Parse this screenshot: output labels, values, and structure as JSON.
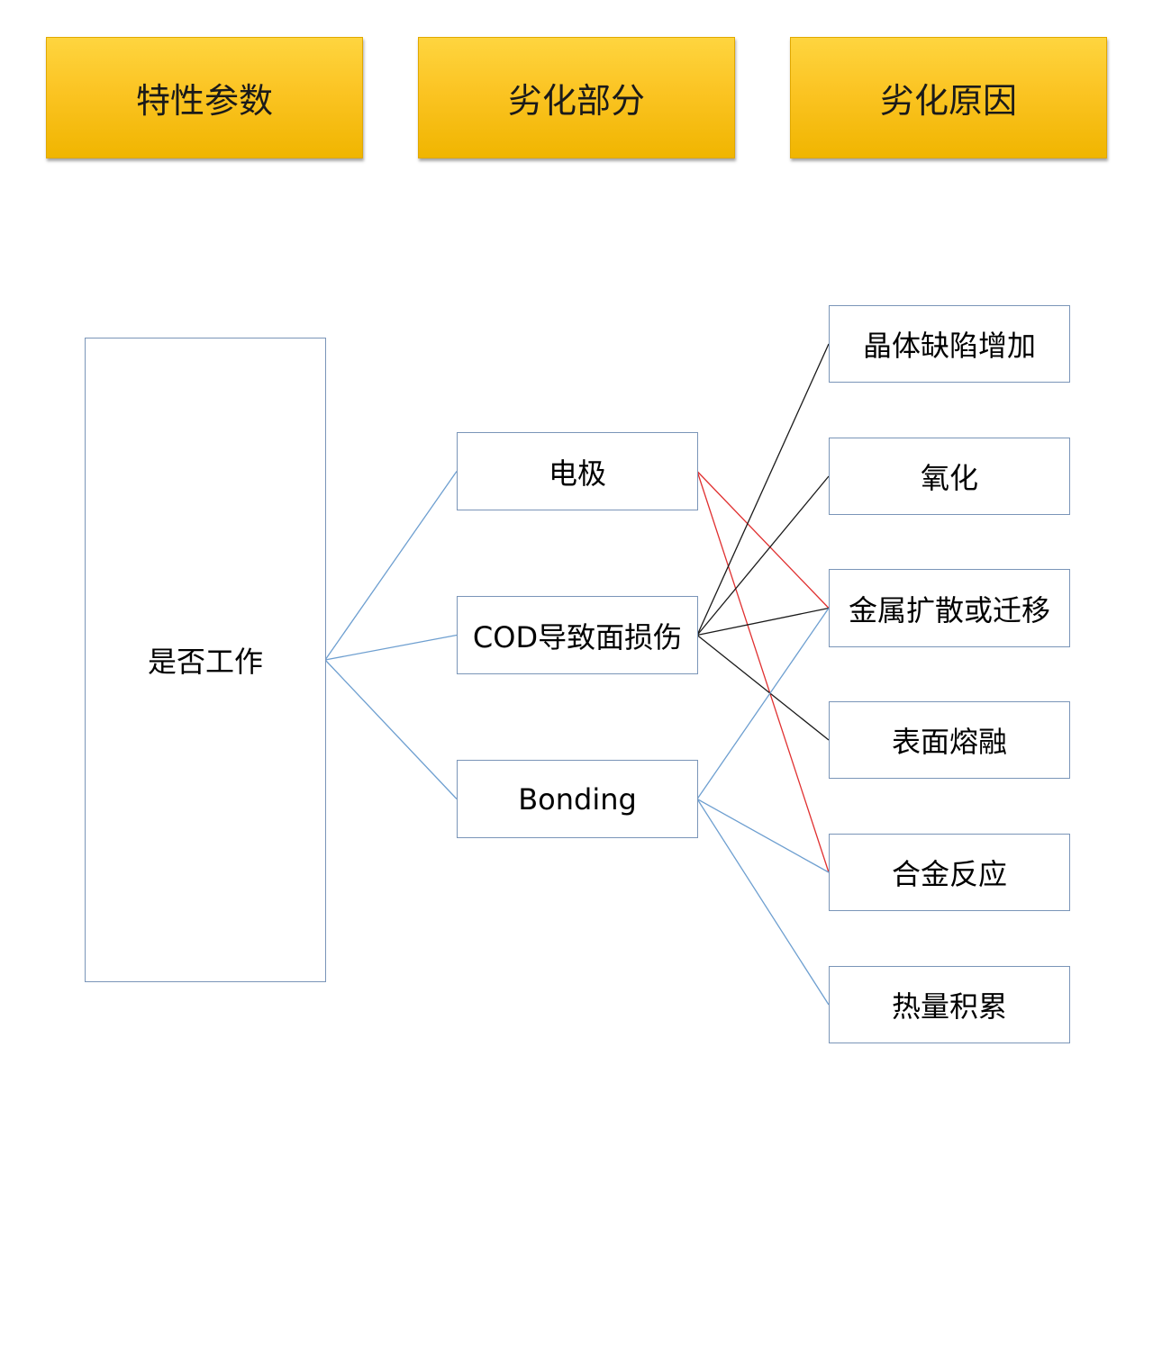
{
  "headers": {
    "col1": "特性参数",
    "col2": "劣化部分",
    "col3": "劣化原因"
  },
  "nodes": {
    "root": "是否工作",
    "parts": [
      "电极",
      "COD导致面损伤",
      "Bonding"
    ],
    "causes": [
      "晶体缺陷增加",
      "氧化",
      "金属扩散或迁移",
      "表面熔融",
      "合金反应",
      "热量积累"
    ]
  },
  "edges": {
    "root_to_parts": [
      0,
      1,
      2
    ],
    "part_to_causes": [
      {
        "part": 0,
        "causes": [
          2,
          4
        ]
      },
      {
        "part": 1,
        "causes": [
          0,
          1,
          2,
          3
        ]
      },
      {
        "part": 2,
        "causes": [
          2,
          4,
          5
        ]
      }
    ]
  },
  "colors": {
    "header_fill": "#fbc423",
    "box_border": "#7a95b8",
    "root_edge": "#6e9fd0",
    "part0_edge": "#e03030",
    "part1_edge": "#1a1a1a",
    "part2_edge": "#6e9fd0"
  }
}
